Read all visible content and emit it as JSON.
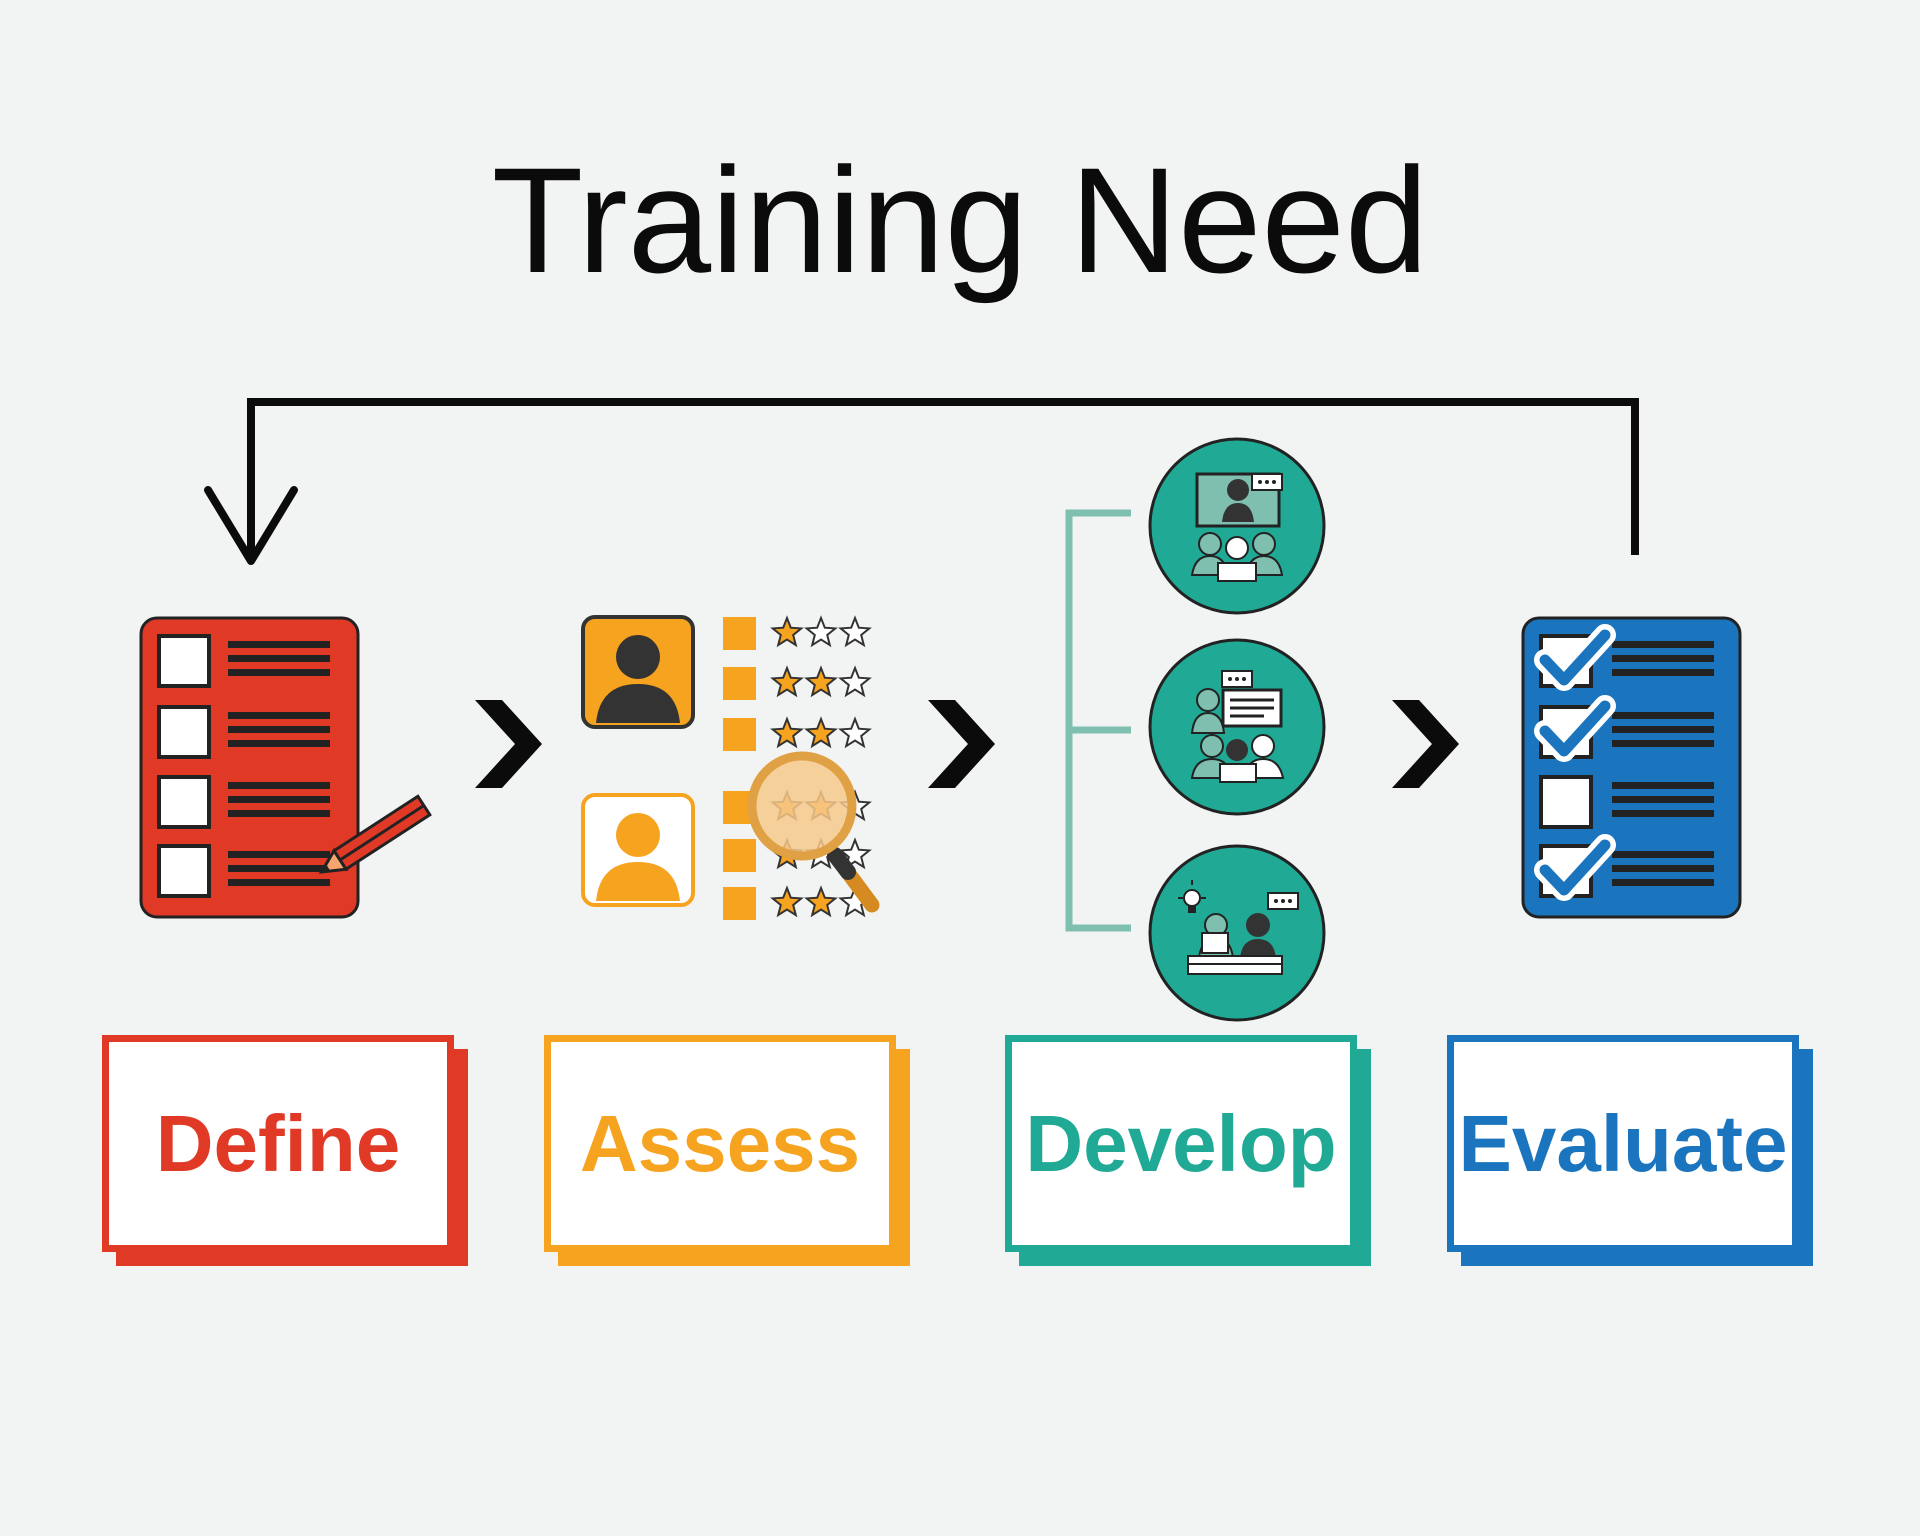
{
  "title": "Training Need",
  "stages": [
    {
      "label": "Define",
      "color": "#e03a27",
      "icon": "checklist-with-pencil-icon"
    },
    {
      "label": "Assess",
      "color": "#f6a31f",
      "icon": "people-ratings-magnifier-icon"
    },
    {
      "label": "Develop",
      "color": "#20aa96",
      "icon": "training-methods-icons"
    },
    {
      "label": "Evaluate",
      "color": "#1a75be",
      "icon": "checked-checklist-icon"
    }
  ],
  "colors": {
    "background": "#f2f4f3",
    "arrow": "#0b0b0b",
    "develop_circle": "#20aa96",
    "develop_bracket": "#7fbfb0"
  }
}
